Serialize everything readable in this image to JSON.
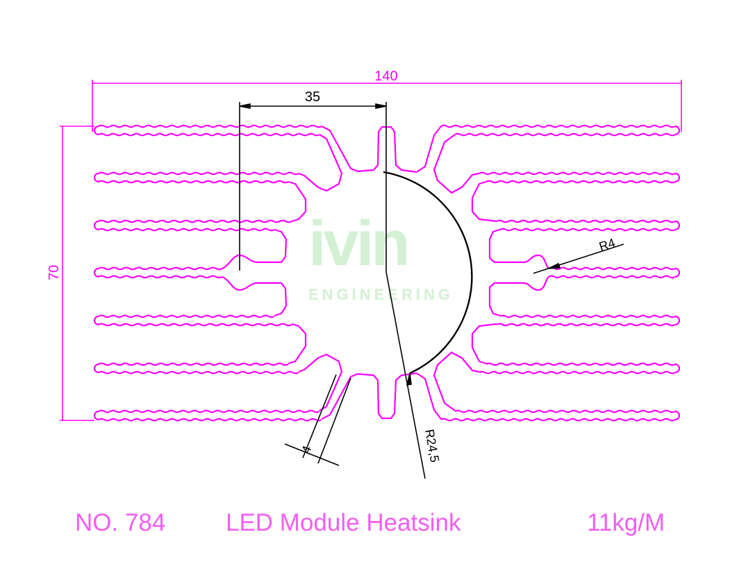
{
  "drawing": {
    "dimensions": {
      "overall_width": "140",
      "overall_height": "70",
      "core_offset": "35",
      "fin_thickness": "4",
      "hole_radius": "R4",
      "core_radius": "R24,5"
    },
    "watermark": {
      "brand": "ivin",
      "tagline": "ENGINEERING"
    }
  },
  "caption": {
    "model_no": "NO. 784",
    "product_name": "LED Module Heatsink",
    "weight": "11kg/M"
  },
  "colors": {
    "outline": "#ff00ff",
    "dimension": "#000000",
    "caption": "#f25ef2",
    "watermark": "#d3f0d3"
  }
}
